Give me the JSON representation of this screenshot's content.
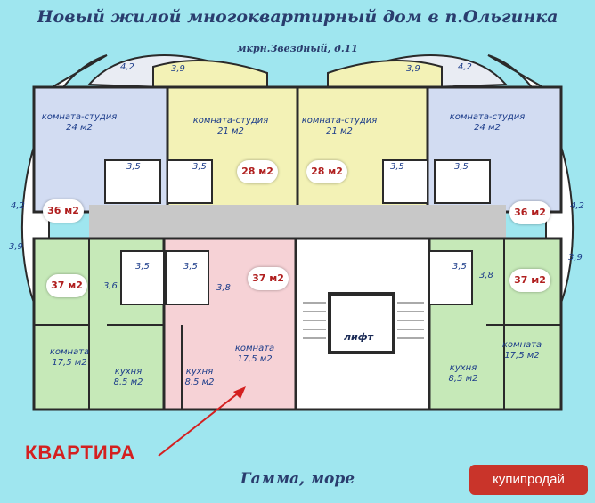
{
  "title": "Новый жилой многоквартирный дом в п.Ольгинка",
  "address": "мкрн.Звездный, д.11",
  "caption": "Гамма, море",
  "apartment_label": "КВАРТИРА",
  "watermark": "купипродай",
  "lift_label": "лифт",
  "colors": {
    "background": "#9fe6ef",
    "blue_flat": "#d2dcf2",
    "yellow_flat": "#f3f2b6",
    "green_flat": "#c6e9b8",
    "pink_flat": "#f6d2d6",
    "corridor": "#c8c8c8",
    "accent": "#d42020"
  },
  "rooms": {
    "studio_label": "комната-студия",
    "room_label": "комната",
    "kitchen_label": "кухня",
    "studio_24": "24 м2",
    "studio_21": "21 м2",
    "room_175": "17,5 м2",
    "kitchen_85": "8,5 м2"
  },
  "areas": {
    "a28": "28 м2",
    "a36": "36 м2",
    "a37": "37 м2"
  },
  "dims": {
    "d42": "4,2",
    "d39": "3,9",
    "d35": "3,5",
    "d38": "3,8",
    "d36": "3,6"
  }
}
